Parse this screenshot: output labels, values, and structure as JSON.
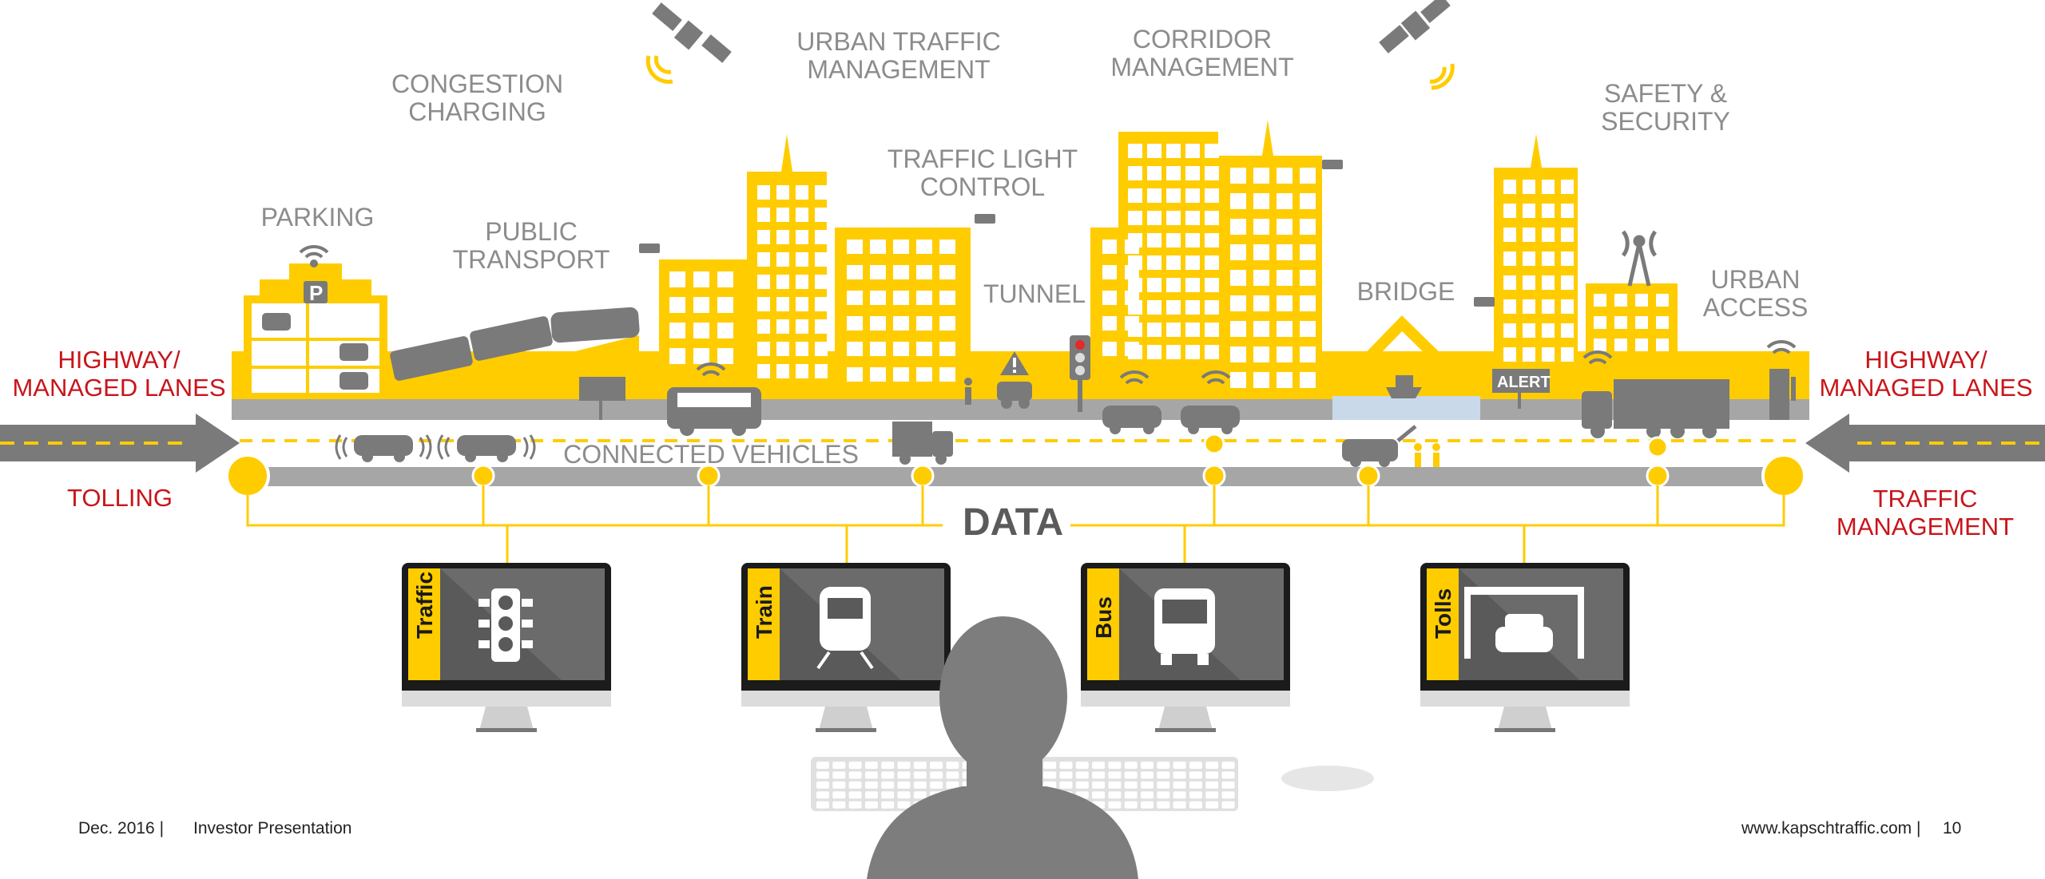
{
  "labels": {
    "congestion": "CONGESTION\nCHARGING",
    "urban_traffic": "URBAN TRAFFIC\nMANAGEMENT",
    "corridor": "CORRIDOR\nMANAGEMENT",
    "traffic_light": "TRAFFIC LIGHT\nCONTROL",
    "safety": "SAFETY &\nSECURITY",
    "parking": "PARKING",
    "public_transport": "PUBLIC\nTRANSPORT",
    "tunnel": "TUNNEL",
    "bridge": "BRIDGE",
    "urban_access": "URBAN\nACCESS",
    "highway_left": "HIGHWAY/\nMANAGED LANES",
    "highway_right": "HIGHWAY/\nMANAGED LANES",
    "tolling": "TOLLING",
    "traffic_management": "TRAFFIC\nMANAGEMENT",
    "connected_vehicles": "CONNECTED VEHICLES",
    "data": "DATA",
    "alert_sign": "ALERT",
    "parking_sign": "P"
  },
  "monitors": [
    {
      "label": "Traffic",
      "icon": "traffic-light-icon"
    },
    {
      "label": "Train",
      "icon": "train-icon"
    },
    {
      "label": "Bus",
      "icon": "bus-icon"
    },
    {
      "label": "Tolls",
      "icon": "toll-gantry-car-icon"
    }
  ],
  "footer": {
    "date": "Dec. 2016 |",
    "title": "Investor Presentation",
    "url": "www.kapschtraffic.com  |",
    "page": "10"
  },
  "colors": {
    "accent_yellow": "#ffcc00",
    "gray": "#8c8c8c",
    "dark_gray": "#5b5b5b",
    "red": "#c8151b"
  }
}
